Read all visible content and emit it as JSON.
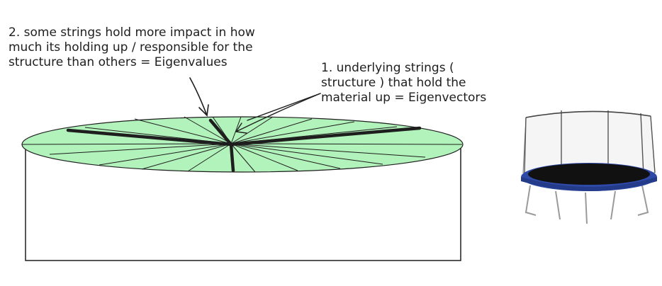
{
  "notes": {
    "eigenvalues": {
      "line1": "2. some strings hold more impact in how",
      "line2": "much its holding up / responsible for the",
      "line3": "structure than others = Eigenvalues"
    },
    "eigenvectors": {
      "line1": "1. underlying strings (",
      "line2": "structure ) that hold the",
      "line3": "material up = Eigenvectors"
    }
  },
  "colors": {
    "ink": "#1e1e1e",
    "membrane_fill": "#b2f2bb",
    "trampoline_frame": "#2e49a8",
    "trampoline_mat": "#111111",
    "net": "#7c7c7c"
  },
  "icons": {
    "photo": "trampoline-image",
    "arrow": "arrow-icon"
  }
}
